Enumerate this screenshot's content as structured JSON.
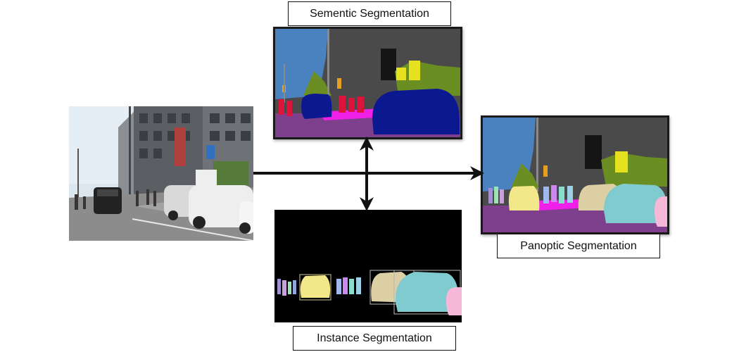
{
  "labels": {
    "semantic": "Sementic Segmentation",
    "panoptic": "Panoptic Segmentation",
    "instance": "Instance Segmentation"
  },
  "colors": {
    "sky": "#4a82bf",
    "building": "#4a4a4a",
    "road": "#7e3f8c",
    "car": "#0c1890",
    "vegetation": "#6b8e23",
    "traffic_sign": "#e5e020",
    "person": "#dc143c",
    "sidewalk": "#f020e8",
    "arrow": "#111111"
  }
}
